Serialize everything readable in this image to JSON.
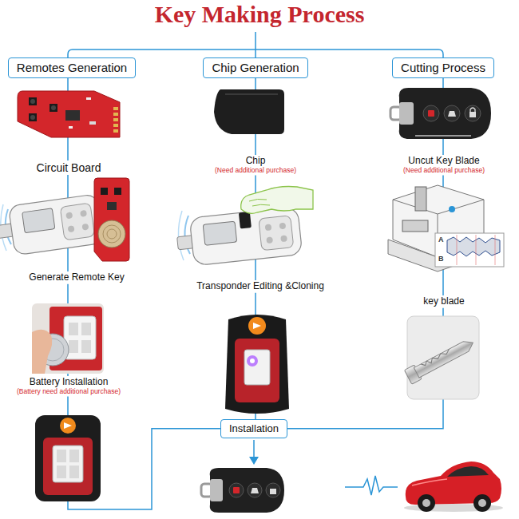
{
  "diagram": {
    "title": "Key Making Process",
    "nodes": [
      {
        "text": [
          "Remotes Generation"
        ]
      },
      {
        "text": [
          "Chip Generation"
        ]
      },
      {
        "text": [
          "Cutting Process"
        ]
      },
      {
        "text": [
          "Circuit Board"
        ]
      },
      {
        "text": [
          "Chip",
          "(Need additional purchase)"
        ]
      },
      {
        "text": [
          "Uncut Key Blade",
          "(Need additional purchase)"
        ]
      },
      {
        "text": [
          "Generate Remote Key"
        ]
      },
      {
        "text": [
          "Transponder Editing &Cloning"
        ]
      },
      {
        "text": [
          "key blade"
        ]
      },
      {
        "text": [
          "Battery Installation",
          "(Battery need additional purchase)"
        ]
      },
      {
        "text": [
          "Installation"
        ]
      }
    ],
    "edges": [
      {
        "from": 0,
        "to": 3,
        "arrow": "none"
      },
      {
        "from": 3,
        "to": 6,
        "arrow": "none"
      },
      {
        "from": 6,
        "to": 9,
        "arrow": "none"
      },
      {
        "from": 9,
        "to": 10,
        "arrow": "none"
      },
      {
        "from": 1,
        "to": 4,
        "arrow": "none"
      },
      {
        "from": 4,
        "to": 7,
        "arrow": "none"
      },
      {
        "from": 7,
        "to": 10,
        "arrow": "none"
      },
      {
        "from": 2,
        "to": 5,
        "arrow": "none"
      },
      {
        "from": 5,
        "to": 8,
        "arrow": "none"
      },
      {
        "from": 8,
        "to": 10,
        "arrow": "none"
      }
    ],
    "labels": [
      "A",
      "B"
    ]
  }
}
